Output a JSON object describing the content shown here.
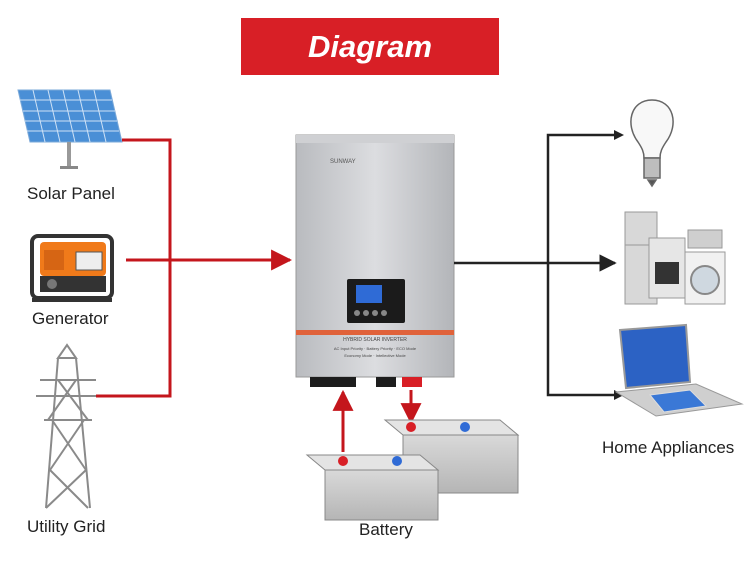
{
  "title": "Diagram",
  "sources": {
    "solar": "Solar Panel",
    "generator": "Generator",
    "grid": "Utility Grid"
  },
  "battery": "Battery",
  "loads": "Home Appliances",
  "inverter": {
    "brand": "SUNWAY",
    "panel_title": "HYBRID SOLAR INVERTER",
    "modes_line1": "AC Input Priority · Battery Priority · ECO Mode",
    "modes_line2": "Economy Mode · Intellective Mode"
  },
  "colors": {
    "input_line": "#c4161c",
    "output_line": "#222222",
    "banner": "#d81f26"
  }
}
